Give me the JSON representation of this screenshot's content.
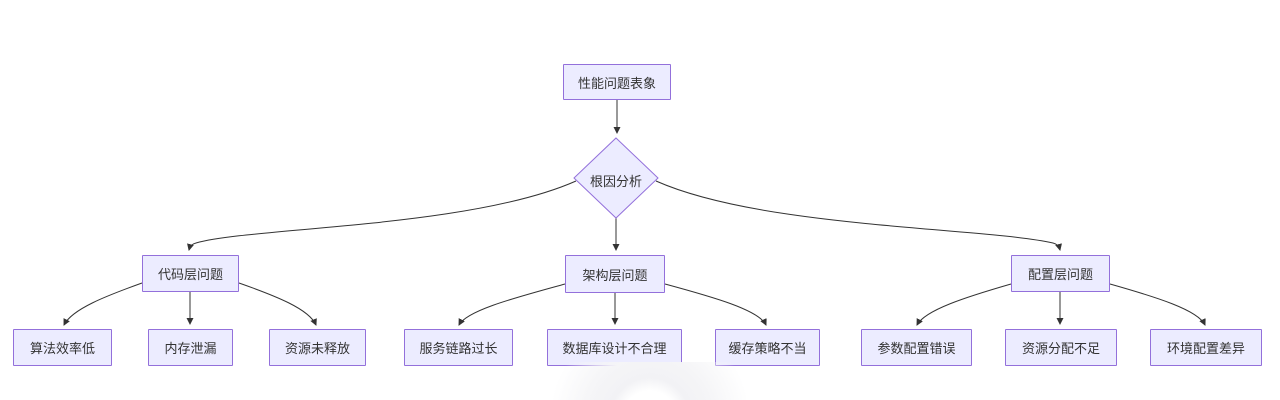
{
  "diagram": {
    "type": "flowchart-top-down",
    "root": {
      "label": "性能问题表象"
    },
    "decision": {
      "label": "根因分析"
    },
    "branches": [
      {
        "label": "代码层问题",
        "children": [
          {
            "label": "算法效率低"
          },
          {
            "label": "内存泄漏"
          },
          {
            "label": "资源未释放"
          }
        ]
      },
      {
        "label": "架构层问题",
        "children": [
          {
            "label": "服务链路过长"
          },
          {
            "label": "数据库设计不合理"
          },
          {
            "label": "缓存策略不当"
          }
        ]
      },
      {
        "label": "配置层问题",
        "children": [
          {
            "label": "参数配置错误"
          },
          {
            "label": "资源分配不足"
          },
          {
            "label": "环境配置差异"
          }
        ]
      }
    ],
    "colors": {
      "node_fill": "#ECECFF",
      "node_border": "#9370DB",
      "edge": "#333333",
      "text": "#333333"
    }
  }
}
